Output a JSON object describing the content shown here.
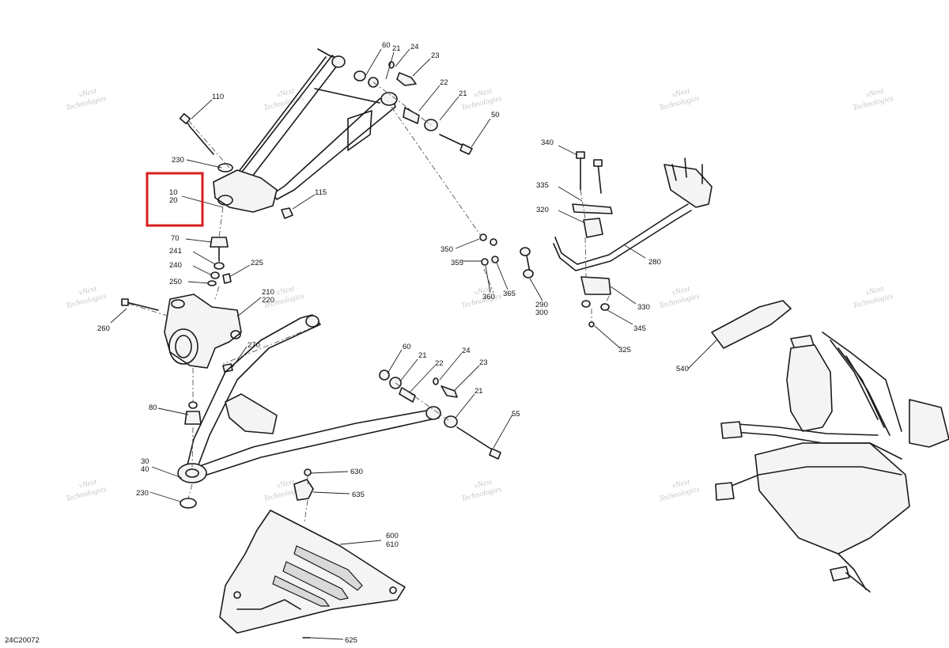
{
  "drawing_code": "24C20072",
  "watermark": {
    "line1": "vNext",
    "line2": "Technologies"
  },
  "highlight_color": "#d81e1e",
  "callouts": {
    "c60a": "60",
    "c21a": "21",
    "c24a": "24",
    "c23a": "23",
    "c22a": "22",
    "c21b": "21",
    "c50": "50",
    "c110": "110",
    "c230a": "230",
    "c10": "10",
    "c20": "20",
    "c115": "115",
    "c70": "70",
    "c241": "241",
    "c240": "240",
    "c225": "225",
    "c250": "250",
    "c210": "210",
    "c220": "220",
    "c260": "260",
    "c270": "270",
    "c60b": "60",
    "c21c": "21",
    "c24b": "24",
    "c22b": "22",
    "c23b": "23",
    "c21d": "21",
    "c55": "55",
    "c80": "80",
    "c30": "30",
    "c40": "40",
    "c230b": "230",
    "c630": "630",
    "c635": "635",
    "c600": "600",
    "c610": "610",
    "c625": "625",
    "c340": "340",
    "c335": "335",
    "c320": "320",
    "c280": "280",
    "c350": "350",
    "c355": "355",
    "c360": "360",
    "c365": "365",
    "c290": "290",
    "c300": "300",
    "c330": "330",
    "c345": "345",
    "c325": "325",
    "c540": "540"
  }
}
